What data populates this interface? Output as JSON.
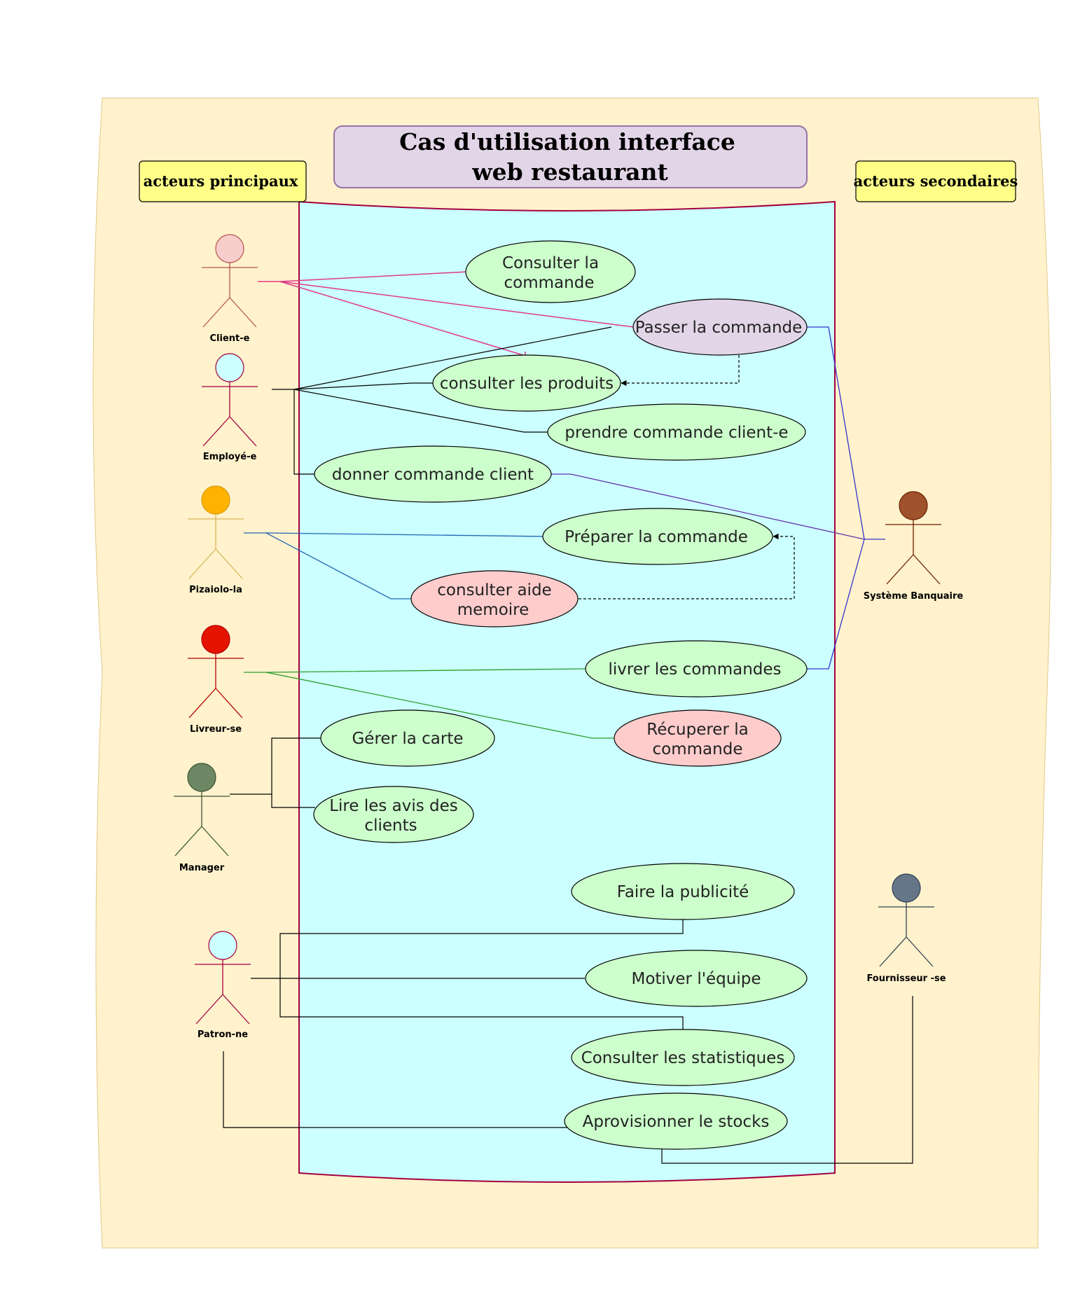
{
  "title": {
    "line1": "Cas d'utilisation interface",
    "line2": "web restaurant"
  },
  "labels": {
    "primary": "acteurs principaux",
    "secondary": "acteurs secondaires"
  },
  "colors": {
    "background": "#fff2cc",
    "system_boundary": "#ccffff",
    "system_border": "#a50040",
    "title_fill": "#e1d5e7",
    "title_border": "#9673a6",
    "label_fill": "#ffff88",
    "usecase_green": "#ccffcc",
    "usecase_pink": "#ffcccc",
    "usecase_purple": "#e1d5e7"
  },
  "actors": {
    "client": "Client-e",
    "employe": "Employé-e",
    "pizaiolo": "Pizaiolo-la",
    "livreur": "Livreur-se",
    "manager": "Manager",
    "patron": "Patron-ne",
    "banque": "Système Banquaire",
    "fournisseur": "Fournisseur -se"
  },
  "usecases": {
    "consulter_commande": [
      "Consulter la",
      "commande"
    ],
    "passer_commande": [
      "Passer la commande"
    ],
    "consulter_produits": [
      "consulter les produits"
    ],
    "prendre_commande": [
      "prendre commande client-e"
    ],
    "donner_commande": [
      "donner commande client"
    ],
    "preparer_commande": [
      "Préparer la commande"
    ],
    "consulter_aide": [
      "consulter aide",
      "memoire"
    ],
    "livrer_commandes": [
      "livrer les  commandes"
    ],
    "recuperer_commande": [
      "Récuperer la",
      "commande"
    ],
    "gerer_carte": [
      "Gérer la carte"
    ],
    "lire_avis": [
      "Lire les avis des",
      "clients"
    ],
    "faire_publicite": [
      "Faire la publicité"
    ],
    "motiver_equipe": [
      "Motiver l'équipe"
    ],
    "consulter_stats": [
      "Consulter les statistiques"
    ],
    "approvisionner": [
      "Aprovisionner le stocks"
    ]
  }
}
